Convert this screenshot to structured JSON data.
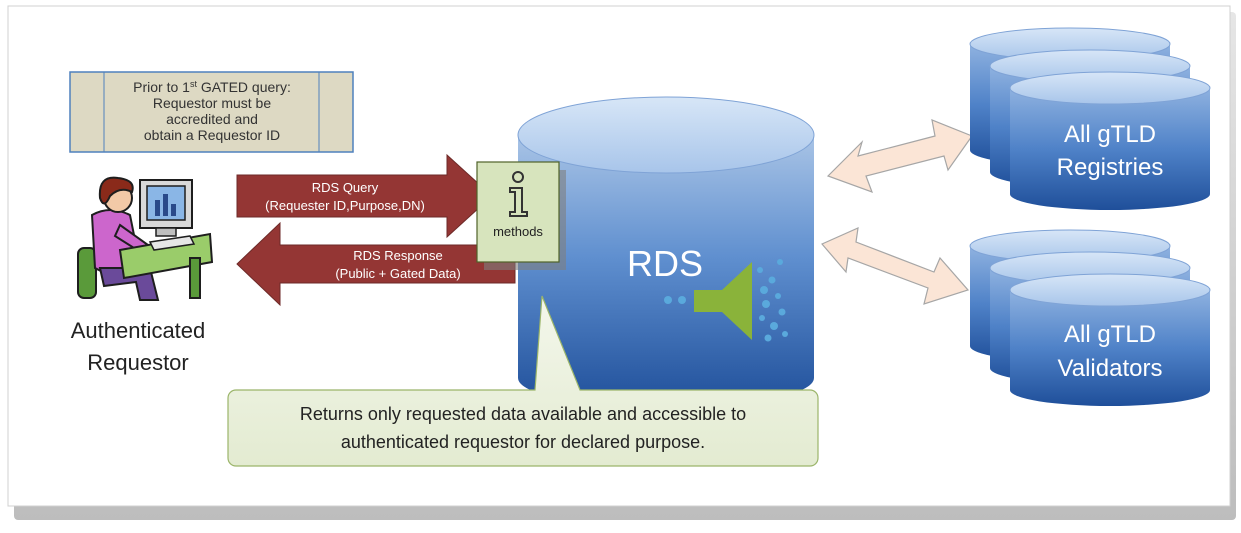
{
  "prereq": {
    "line1": "Prior to 1",
    "sup": "st",
    "line1_rest": " GATED query:",
    "line2": "Requestor must be",
    "line3": "accredited and",
    "line4": "obtain a Requestor ID"
  },
  "requestor": {
    "label_line1": "Authenticated",
    "label_line2": "Requestor"
  },
  "query_arrow": {
    "line1": "RDS Query",
    "line2": "(Requester ID,Purpose,DN)"
  },
  "response_arrow": {
    "line1": "RDS Response",
    "line2": "(Public + Gated Data)"
  },
  "methods": {
    "icon": "info-icon",
    "label": "methods"
  },
  "rds": {
    "label": "RDS",
    "filter_icon": "funnel-filter-icon"
  },
  "callout": {
    "line1": "Returns only requested data available and accessible to",
    "line2": "authenticated requestor for declared purpose."
  },
  "registries": {
    "line1": "All gTLD",
    "line2": "Registries"
  },
  "validators": {
    "line1": "All gTLD",
    "line2": "Validators"
  },
  "colors": {
    "arrow_red": "#943634",
    "cylinder_top": "#bcd4f0",
    "cylinder_body_dark": "#1f4f9a",
    "double_arrow_fill": "#fbe5d6",
    "callout_fill": "#ebf1de",
    "prereq_fill": "#ddd9c3",
    "methods_fill": "#d7e4bd",
    "filter_green": "#8ab33a",
    "dot_blue": "#5aa9dc"
  }
}
